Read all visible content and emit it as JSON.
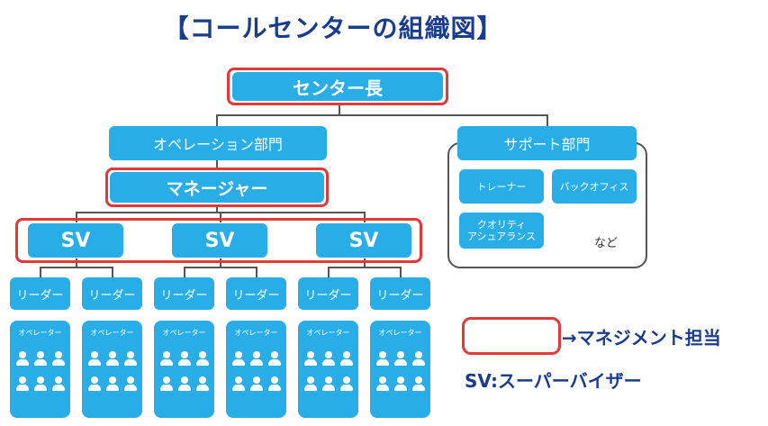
{
  "title": "【コールセンターの組織図】",
  "center_head": "センター長",
  "operations_dept": "オペレーション部門",
  "support_dept": "サポート部門",
  "manager": "マネージャー",
  "sv_labels": [
    "SV",
    "SV",
    "SV"
  ],
  "leader_labels": [
    "リーダー",
    "リーダー",
    "リーダー",
    "リーダー",
    "リーダー",
    "リーダー"
  ],
  "operator_labels": [
    "オペレーター",
    "オペレーター",
    "オペレーター",
    "オペレーター",
    "オペレーター",
    "オペレーター"
  ],
  "support_items": {
    "trainer": "トレーナー",
    "back_office": "バックオフィス",
    "qa_line1": "クオリティ",
    "qa_line2": "アシュアランス",
    "etc": "など"
  },
  "legend": {
    "management": "→マネジメント担当",
    "sv_definition": "SV:スーパーバイザー"
  },
  "colors": {
    "box_blue": "#29ade6",
    "highlight_red": "#e23a3a",
    "title_navy": "#1a3c8f"
  }
}
